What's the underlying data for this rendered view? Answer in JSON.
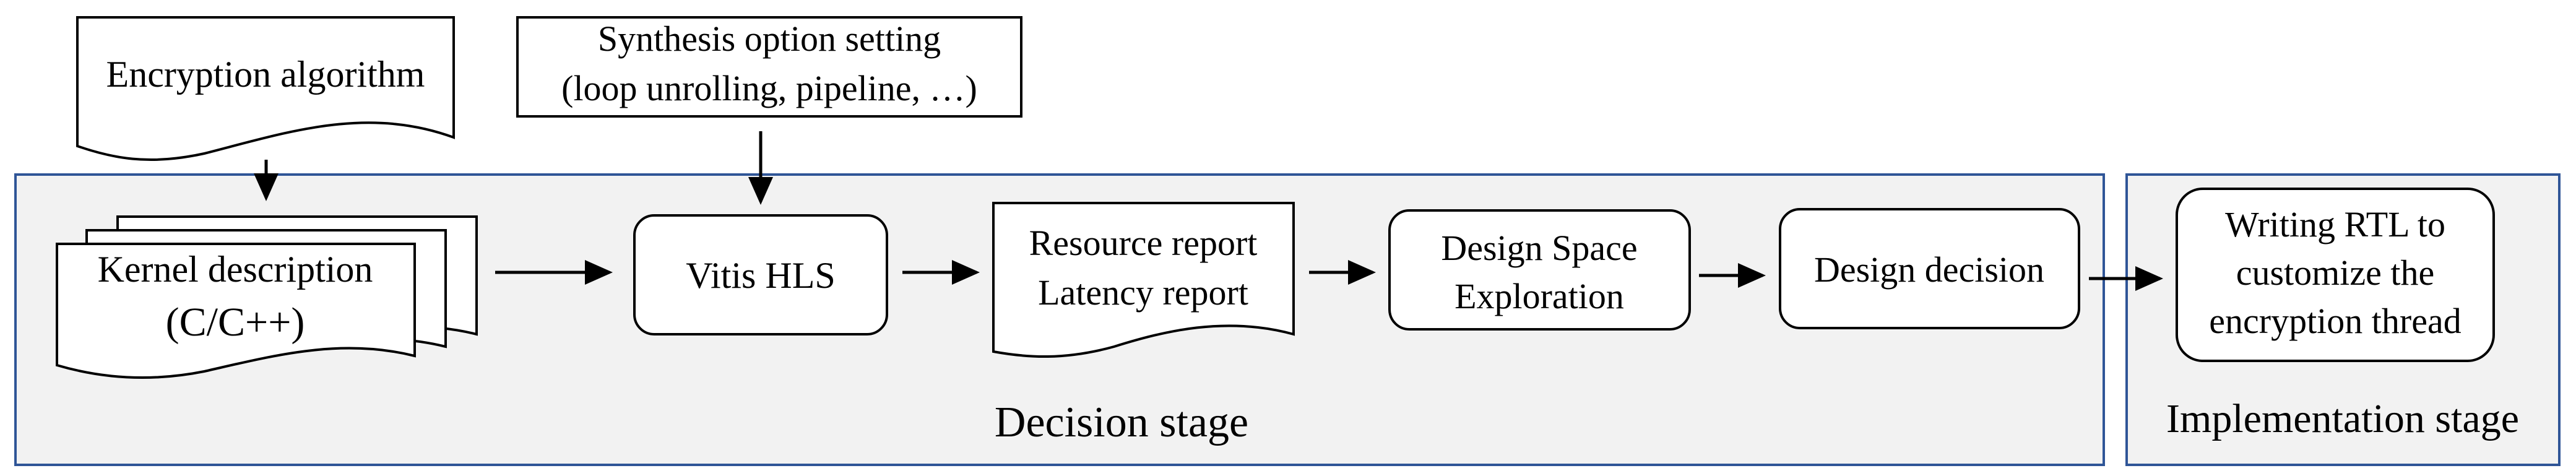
{
  "colors": {
    "stage_fill": "#f2f2f2",
    "stage_border": "#2f5597",
    "box_fill": "#ffffff",
    "stroke": "#000000",
    "text": "#000000"
  },
  "inputs": {
    "encryption_algorithm": "Encryption algorithm",
    "synthesis_option_line1": "Synthesis option setting",
    "synthesis_option_line2": "(loop unrolling, pipeline, …)"
  },
  "decision_stage": {
    "label": "Decision stage",
    "kernel_description_line1": "Kernel description",
    "kernel_description_line2": "(C/C++)",
    "vitis_hls": "Vitis HLS",
    "report_line1": "Resource report",
    "report_line2": "Latency report",
    "dse_line1": "Design Space",
    "dse_line2": "Exploration",
    "design_decision": "Design decision"
  },
  "implementation_stage": {
    "label": "Implementation stage",
    "rtl_line1": "Writing RTL to",
    "rtl_line2": "customize the",
    "rtl_line3": "encryption thread"
  }
}
